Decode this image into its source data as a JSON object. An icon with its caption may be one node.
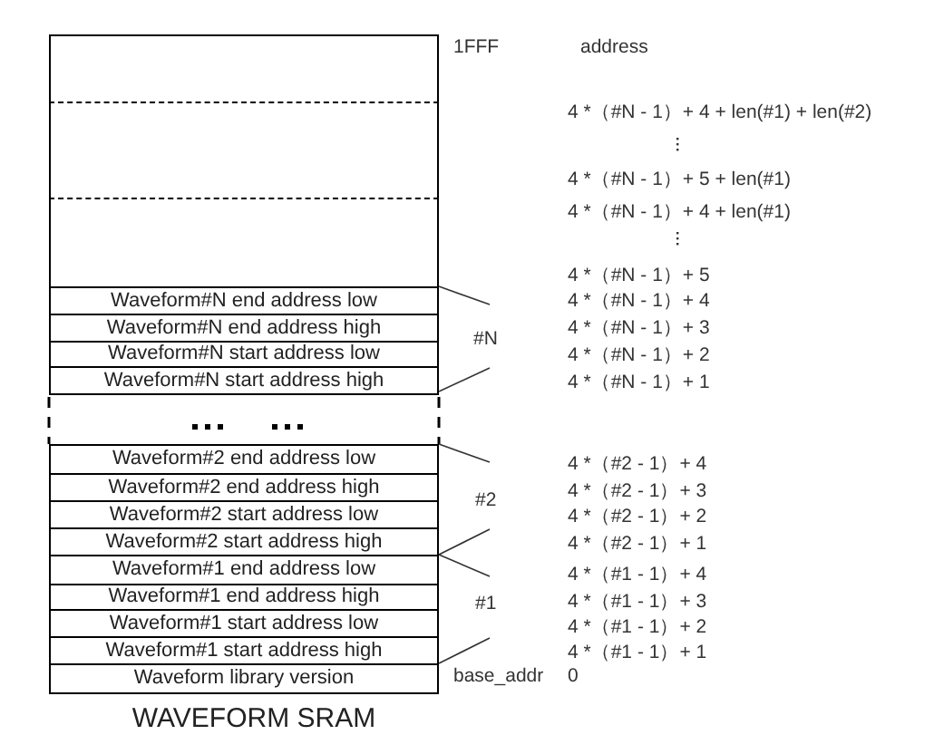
{
  "diagram": {
    "caption": "WAVEFORM SRAM",
    "nodes": [
      {
        "text": [],
        "shape": "box"
      },
      {
        "text": [],
        "shape": "box"
      },
      {
        "text": [],
        "shape": "box"
      },
      {
        "text": [
          "Waveform#N end address low"
        ]
      },
      {
        "text": [
          "Waveform#N end address high"
        ]
      },
      {
        "text": [
          "Waveform#N start address low"
        ]
      },
      {
        "text": [
          "Waveform#N start address high"
        ]
      },
      {
        "text": [
          "Waveform#2 end address low"
        ]
      },
      {
        "text": [
          "Waveform#2 end address high"
        ]
      },
      {
        "text": [
          "Waveform#2 start address low"
        ]
      },
      {
        "text": [
          "Waveform#2 start address high"
        ]
      },
      {
        "text": [
          "Waveform#1 end address low"
        ]
      },
      {
        "text": [
          "Waveform#1 end address high"
        ]
      },
      {
        "text": [
          "Waveform#1 start address low"
        ]
      },
      {
        "text": [
          "Waveform#1 start address high"
        ]
      },
      {
        "text": [
          "Waveform library version"
        ]
      }
    ],
    "labels": [
      "1FFF",
      "address",
      "4 *（#N - 1）+ 4 + len(#1) + len(#2)",
      "4 *（#N - 1）+ 5 + len(#1)",
      "4 *（#N - 1）+ 4 + len(#1)",
      "4 *（#N - 1）+ 5",
      "4 *（#N - 1）+ 4",
      "4 *（#N - 1）+ 3",
      "4 *（#N - 1）+ 2",
      "4 *（#N - 1）+ 1",
      "#N",
      "4 *（#2 - 1）+ 4",
      "4 *（#2 - 1）+ 3",
      "#2",
      "4 *（#2 - 1）+ 2",
      "4 *（#2 - 1）+ 1",
      "4 *（#1 - 1）+ 4",
      "#1",
      "4 *（#1 - 1）+ 3",
      "4 *（#1 - 1）+ 2",
      "4 *（#1 - 1）+ 1",
      "base_addr",
      "0"
    ]
  }
}
